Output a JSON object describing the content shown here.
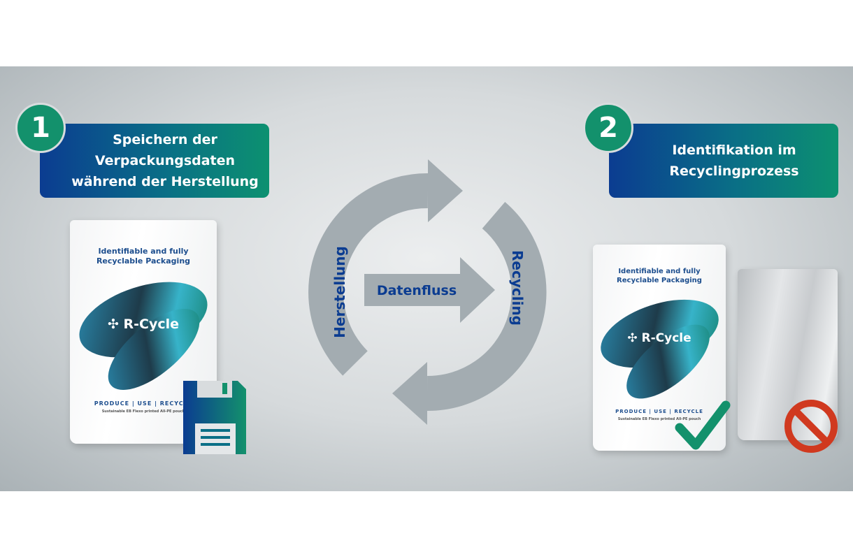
{
  "step1": {
    "number": "1",
    "title": "Speichern der\nVerpackungsdaten\nwährend der Herstellung"
  },
  "step2": {
    "number": "2",
    "title": "Identifikation im\nRecyclingprozess"
  },
  "cycle": {
    "left_label": "Herstellung",
    "right_label": "Recycling",
    "center_label": "Datenfluss"
  },
  "pouch": {
    "headline": "Identifiable and fully\nRecyclable Packaging",
    "brand": "R-Cycle",
    "footer": "PRODUCE | USE | RECYCLE",
    "subline": "Sustainable EB Flexo printed All-PE pouch"
  },
  "icons": [
    "floppy-disk-icon",
    "checkmark-icon",
    "prohibited-icon",
    "r-cycle-logo-icon"
  ],
  "colors": {
    "blue": "#0b3c91",
    "green": "#13916c",
    "arrow_gray": "#a3acb1",
    "red": "#d0391f"
  }
}
